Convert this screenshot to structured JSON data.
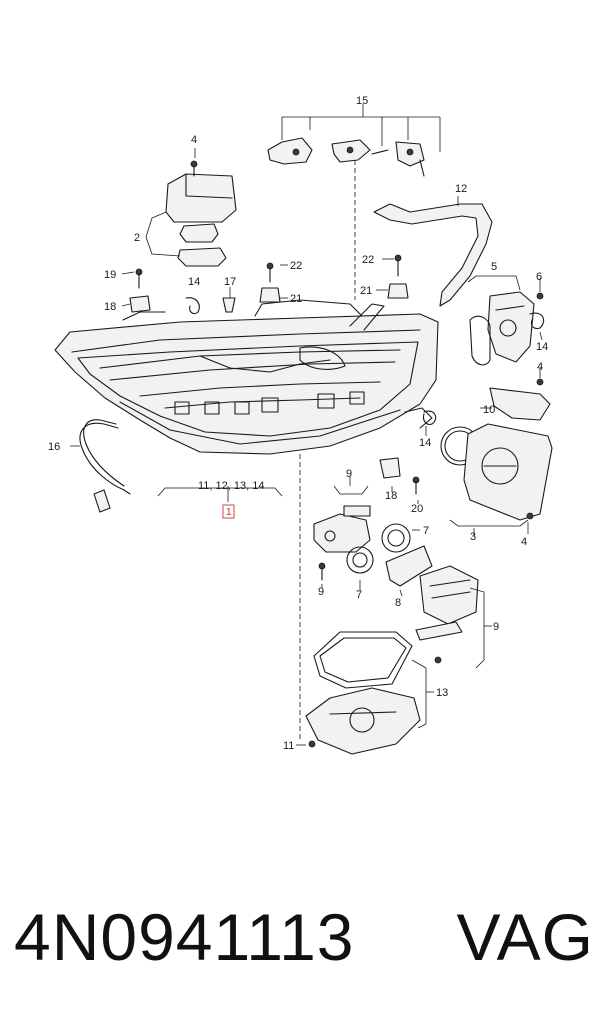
{
  "callouts": {
    "c15": "15",
    "c12": "12",
    "c4a": "4",
    "c2": "2",
    "c19": "19",
    "c18a": "18",
    "c14a": "14",
    "c17": "17",
    "c22a": "22",
    "c21a": "21",
    "c22b": "22",
    "c21b": "21",
    "c5": "5",
    "c6": "6",
    "c14b": "14",
    "c4b": "4",
    "c10": "10",
    "c16": "16",
    "c14c": "14",
    "c3": "3",
    "c4c": "4",
    "c9a": "9",
    "c18b": "18",
    "c20": "20",
    "c7a": "7",
    "c9b": "9",
    "c7b": "7",
    "c8": "8",
    "c9c": "9",
    "c13": "13",
    "c11": "11",
    "group_label": "11, 12, 13, 14",
    "ref_box": "1"
  },
  "caption": {
    "part_number": "4N0941113",
    "brand": "VAG"
  }
}
